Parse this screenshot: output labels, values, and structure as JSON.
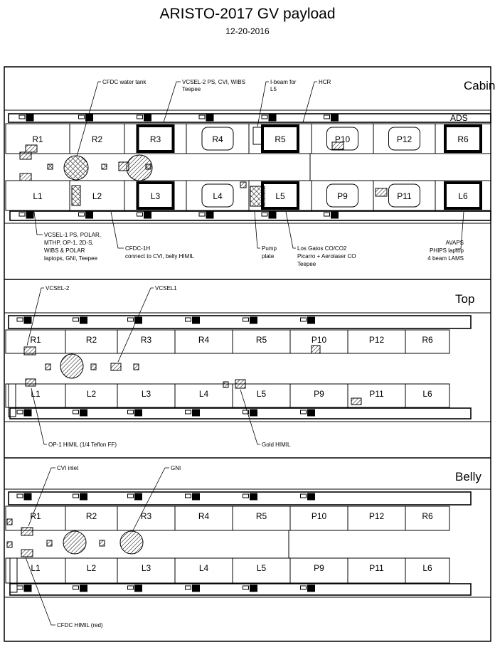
{
  "title": "ARISTO-2017 GV payload",
  "date": "12-20-2016",
  "panels": [
    {
      "name": "Cabin",
      "extra_label": "ADS",
      "right_seats": [
        "R1",
        "R2",
        "R3",
        "R4",
        "R5",
        "P10",
        "P12",
        "R6"
      ],
      "left_seats": [
        "L1",
        "L2",
        "L3",
        "L4",
        "L5",
        "P9",
        "P11",
        "L6"
      ],
      "callouts": [
        "CFDC water tank",
        "VCSEL-2 PS, CVI, WIBS",
        "Teepee",
        "I-beam for",
        "L5",
        "HCR",
        "VCSEL-1 PS, POLAR,",
        "MTHP, OP-1, 2D-S,",
        "WIBS & POLAR",
        "laptops, GNI, Teepee",
        "CFDC-1H",
        "connect to CVI, belly HIMIL",
        "Pump",
        "plate",
        "Los Gatos CO/CO2",
        "Picarro + Aerolaser CO",
        "Teepee",
        "AVAPS",
        "PHIPS laptop",
        "4 beam LAMS"
      ]
    },
    {
      "name": "Top",
      "right_seats": [
        "R1",
        "R2",
        "R3",
        "R4",
        "R5",
        "P10",
        "P12",
        "R6"
      ],
      "left_seats": [
        "L1",
        "L2",
        "L3",
        "L4",
        "L5",
        "P9",
        "P11",
        "L6"
      ],
      "callouts": [
        "VCSEL-2",
        "VCSEL1",
        "OP-1 HIMIL (1/4 Teflon FF)",
        "Gold HIMIL"
      ]
    },
    {
      "name": "Belly",
      "right_seats": [
        "R1",
        "R2",
        "R3",
        "R4",
        "R5",
        "P10",
        "P12",
        "R6"
      ],
      "left_seats": [
        "L1",
        "L2",
        "L3",
        "L4",
        "L5",
        "P9",
        "P11",
        "L6"
      ],
      "callouts": [
        "CVI inlet",
        "GNI",
        "CFDC HIMIL (red)"
      ]
    }
  ]
}
